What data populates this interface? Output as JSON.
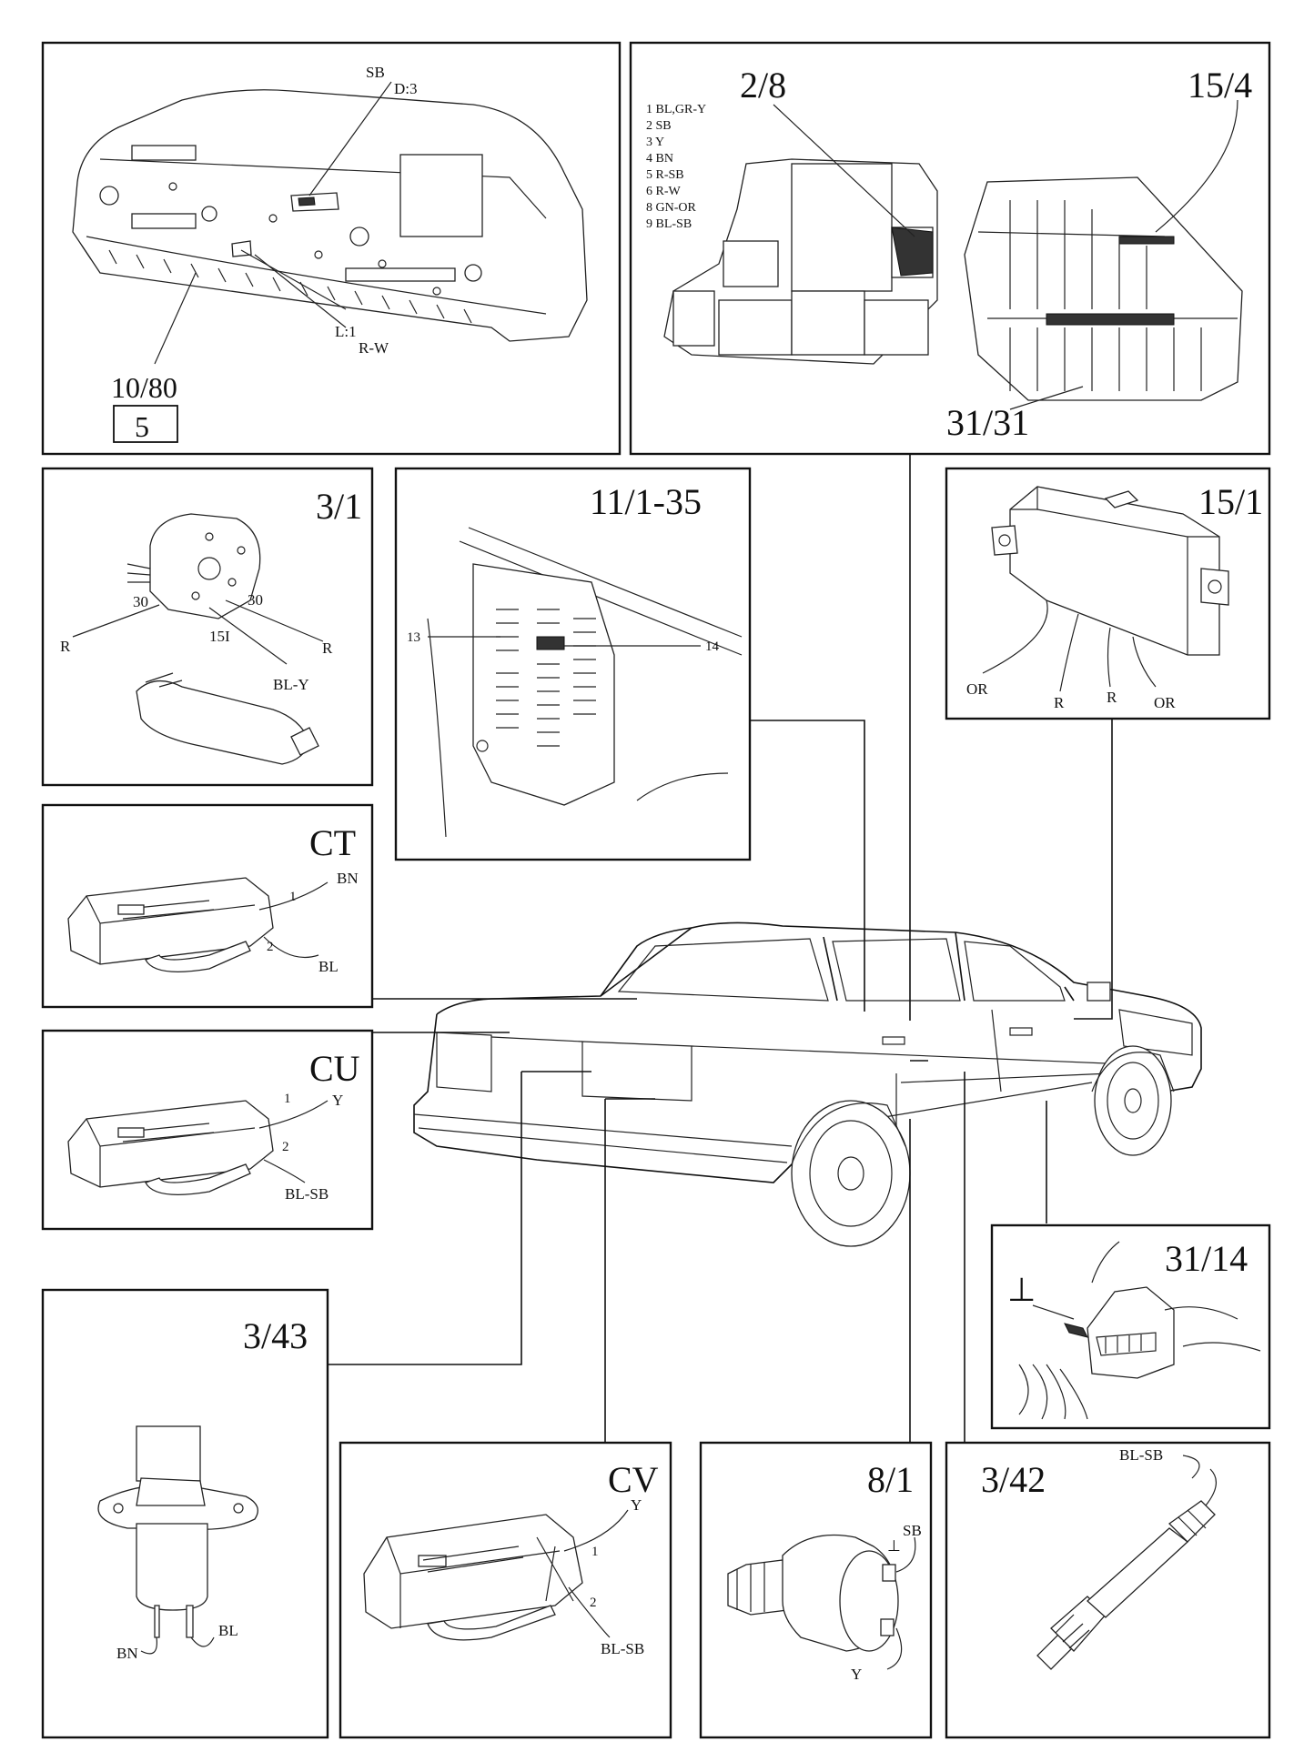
{
  "panels": {
    "instrument": {
      "label": "10/80",
      "box_number": "5",
      "callouts": [
        "SB",
        "D:3",
        "L:1",
        "R-W"
      ]
    },
    "relays": {
      "label_a": "2/8",
      "label_b": "15/4",
      "label_c": "31/31",
      "legend": [
        "1 BL,GR-Y",
        "2 SB",
        "3 Y",
        "4 BN",
        "5 R-SB",
        "6 R-W",
        "8 GN-OR",
        "9 BL-SB"
      ]
    },
    "ignition": {
      "label": "3/1",
      "callouts": [
        "30",
        "30",
        "15I",
        "R",
        "R",
        "BL-Y"
      ]
    },
    "fusebox": {
      "label": "11/1-35",
      "callouts": [
        "13",
        "14"
      ]
    },
    "module": {
      "label": "15/1",
      "callouts": [
        "OR",
        "R",
        "R",
        "OR"
      ]
    },
    "ct": {
      "label": "CT",
      "callouts": [
        "BN",
        "1",
        "2",
        "BL"
      ]
    },
    "cu": {
      "label": "CU",
      "callouts": [
        "1",
        "Y",
        "2",
        "BL-SB"
      ]
    },
    "ground": {
      "label": "31/14",
      "symbol": "⊥"
    },
    "switch343": {
      "label": "3/43",
      "callouts": [
        "BN",
        "BL"
      ]
    },
    "cv": {
      "label": "CV",
      "callouts": [
        "Y",
        "1",
        "2",
        "BL-SB"
      ]
    },
    "sender81": {
      "label": "8/1",
      "callouts": [
        "SB",
        "⊥",
        "Y"
      ]
    },
    "sensor342": {
      "label": "3/42",
      "callouts": [
        "BL-SB"
      ]
    }
  },
  "icons": [
    "instrument-cluster-icon",
    "relay-block-icon",
    "ignition-switch-icon",
    "fuse-box-icon",
    "control-module-icon",
    "connector-icon",
    "ground-point-icon",
    "pressure-switch-icon",
    "level-sender-icon",
    "temperature-sensor-icon",
    "car-icon"
  ]
}
